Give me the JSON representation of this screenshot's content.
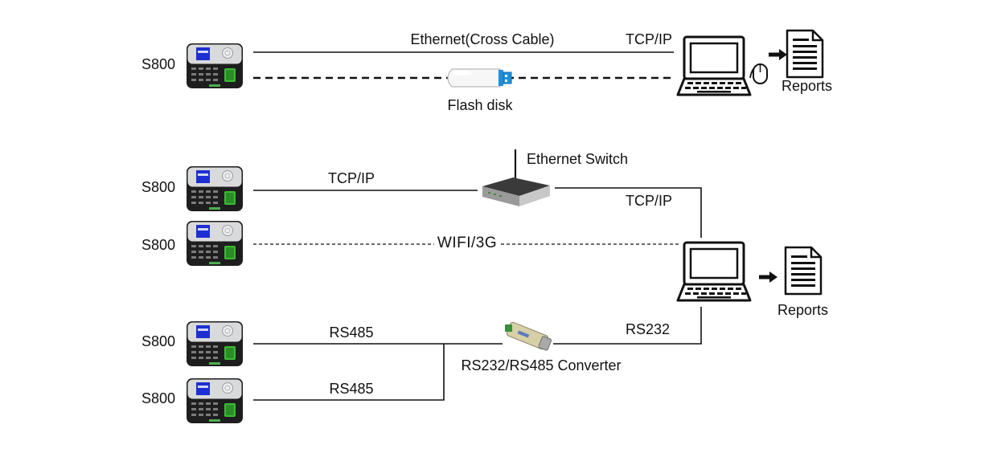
{
  "device_label": "S800",
  "top_section": {
    "ethernet_label": "Ethernet(Cross Cable)",
    "tcpip_label": "TCP/IP",
    "flash_disk_label": "Flash disk",
    "reports_label": "Reports"
  },
  "bottom_section": {
    "switch_label": "Ethernet Switch",
    "tcpip_left_label": "TCP/IP",
    "tcpip_right_label": "TCP/IP",
    "wifi_label": "WIFI/3G",
    "rs485_label_1": "RS485",
    "rs485_label_2": "RS485",
    "rs232_label": "RS232",
    "converter_label": "RS232/RS485 Converter",
    "reports_label": "Reports"
  },
  "icons": {
    "device": "time-attendance-terminal-icon",
    "computer": "computer-icon",
    "mouse": "mouse-icon",
    "document": "report-document-icon",
    "arrow": "right-arrow-icon",
    "flash": "usb-flash-disk-icon",
    "switch": "ethernet-switch-icon",
    "converter": "rs232-rs485-converter-icon"
  },
  "colors": {
    "line": "#111111",
    "device_body": "#1e1e1e",
    "device_panel": "#d9dadc",
    "device_screen": "#1d2fd0",
    "device_sensor": "#3dbb35"
  }
}
